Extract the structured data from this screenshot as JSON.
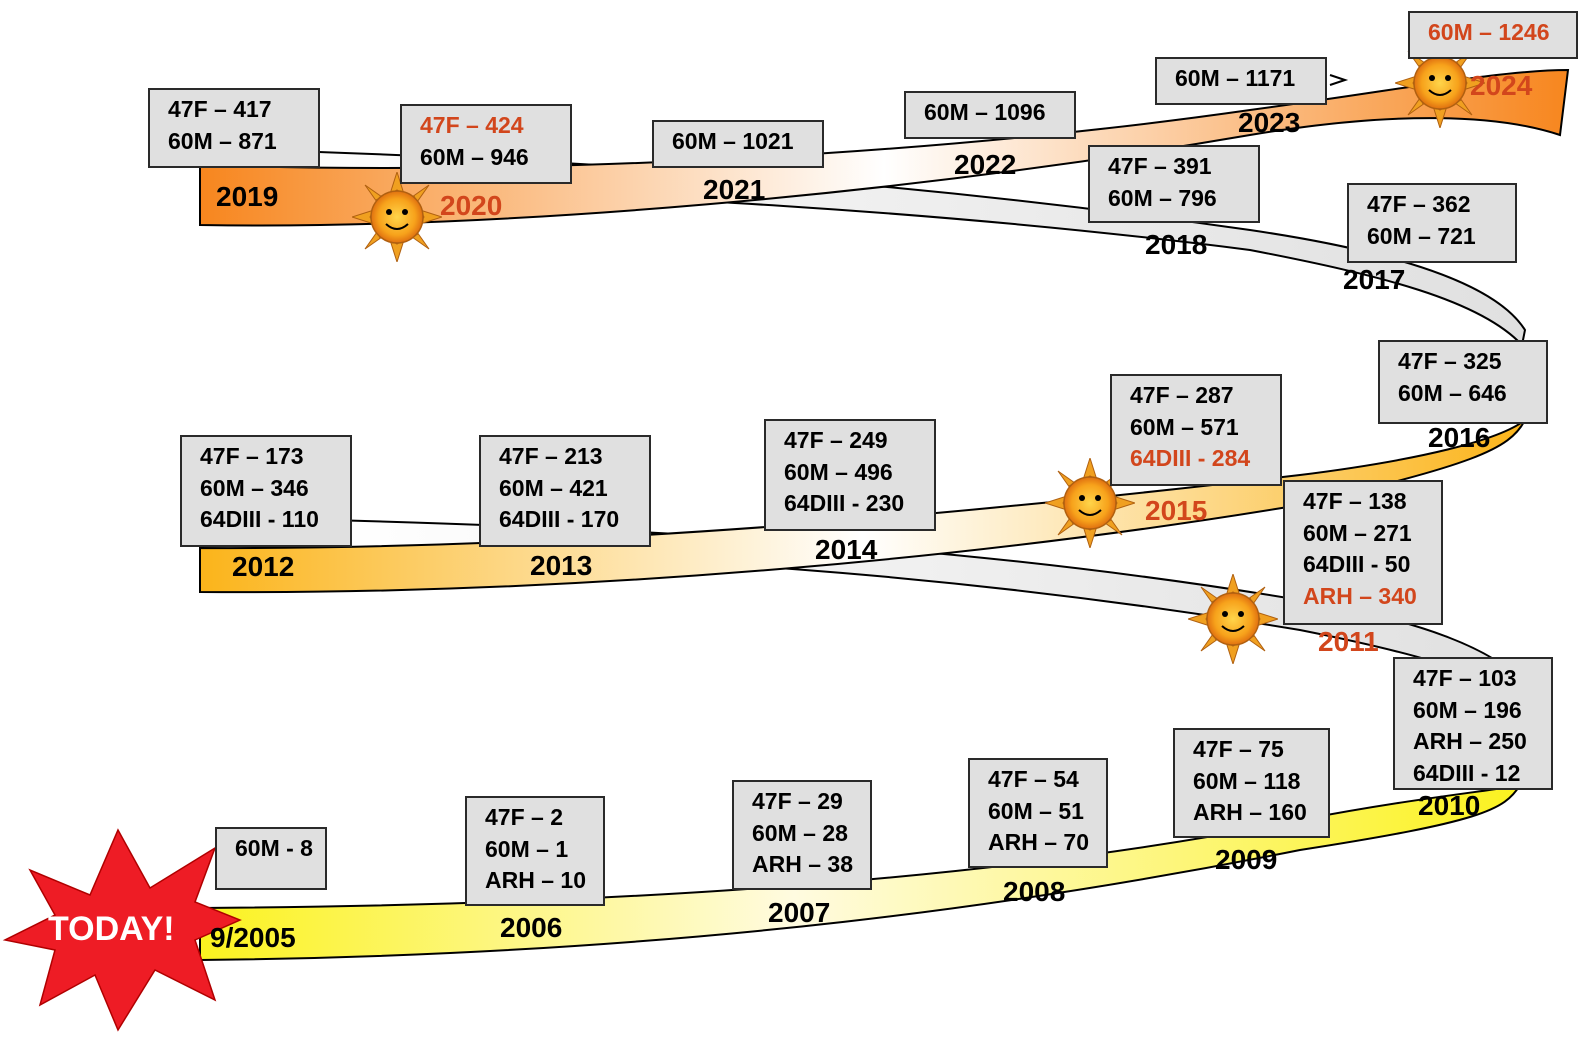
{
  "colors": {
    "orange_ribbon": "#f7861e",
    "amber_ribbon": "#fbb41a",
    "yellow_ribbon": "#fbf21f",
    "ribbon_back": "#e7e7e7",
    "highlight_text": "#d2461c",
    "starburst": "#ee1c25"
  },
  "today": {
    "label": "TODAY!"
  },
  "milestones": [
    {
      "year": "9/2005",
      "lines": [
        {
          "text": "60M - 8"
        }
      ]
    },
    {
      "year": "2006",
      "lines": [
        {
          "text": "47F – 2"
        },
        {
          "text": "60M – 1"
        },
        {
          "text": "ARH – 10"
        }
      ]
    },
    {
      "year": "2007",
      "lines": [
        {
          "text": "47F – 29"
        },
        {
          "text": "60M – 28"
        },
        {
          "text": "ARH – 38"
        }
      ]
    },
    {
      "year": "2008",
      "lines": [
        {
          "text": "47F – 54"
        },
        {
          "text": "60M – 51"
        },
        {
          "text": "ARH – 70"
        }
      ]
    },
    {
      "year": "2009",
      "lines": [
        {
          "text": "47F – 75"
        },
        {
          "text": "60M – 118"
        },
        {
          "text": "ARH – 160"
        }
      ]
    },
    {
      "year": "2010",
      "lines": [
        {
          "text": "47F – 103"
        },
        {
          "text": "60M – 196"
        },
        {
          "text": "ARH – 250"
        },
        {
          "text": "64DIII - 12"
        }
      ]
    },
    {
      "year": "2011",
      "year_highlight": true,
      "lines": [
        {
          "text": "47F – 138"
        },
        {
          "text": "60M – 271"
        },
        {
          "text": "64DIII - 50"
        },
        {
          "text": "ARH – 340",
          "highlight": true
        }
      ]
    },
    {
      "year": "2012",
      "lines": [
        {
          "text": "47F – 173"
        },
        {
          "text": "60M – 346"
        },
        {
          "text": "64DIII - 110"
        }
      ]
    },
    {
      "year": "2013",
      "lines": [
        {
          "text": "47F – 213"
        },
        {
          "text": "60M – 421"
        },
        {
          "text": "64DIII - 170"
        }
      ]
    },
    {
      "year": "2014",
      "lines": [
        {
          "text": "47F – 249"
        },
        {
          "text": "60M – 496"
        },
        {
          "text": "64DIII - 230"
        }
      ]
    },
    {
      "year": "2015",
      "year_highlight": true,
      "lines": [
        {
          "text": "47F – 287"
        },
        {
          "text": "60M – 571"
        },
        {
          "text": "64DIII - 284",
          "highlight": true
        }
      ]
    },
    {
      "year": "2016",
      "lines": [
        {
          "text": "47F – 325"
        },
        {
          "text": "60M – 646"
        }
      ]
    },
    {
      "year": "2017",
      "lines": [
        {
          "text": "47F – 362"
        },
        {
          "text": "60M – 721"
        }
      ]
    },
    {
      "year": "2018",
      "lines": [
        {
          "text": "47F – 391"
        },
        {
          "text": "60M – 796"
        }
      ]
    },
    {
      "year": "2019",
      "lines": [
        {
          "text": "47F – 417"
        },
        {
          "text": "60M – 871"
        }
      ]
    },
    {
      "year": "2020",
      "year_highlight": true,
      "lines": [
        {
          "text": "47F – 424",
          "highlight": true
        },
        {
          "text": "60M – 946"
        }
      ]
    },
    {
      "year": "2021",
      "lines": [
        {
          "text": "60M – 1021"
        }
      ]
    },
    {
      "year": "2022",
      "lines": [
        {
          "text": "60M – 1096"
        }
      ]
    },
    {
      "year": "2023",
      "lines": [
        {
          "text": "60M – 1171"
        }
      ]
    },
    {
      "year": "2024",
      "year_highlight": true,
      "lines": [
        {
          "text": "60M – 1246",
          "highlight": true
        }
      ]
    }
  ]
}
